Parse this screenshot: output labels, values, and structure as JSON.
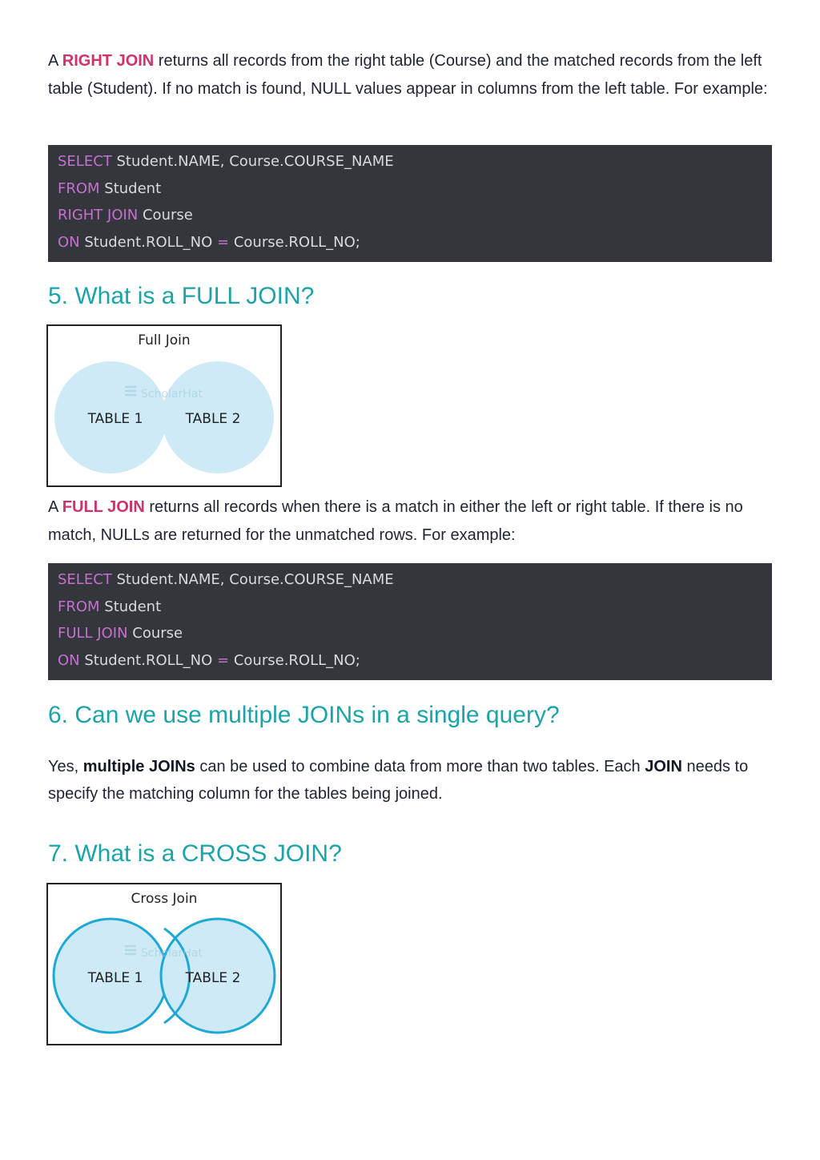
{
  "section_right_join": {
    "para": {
      "pre": "A ",
      "highlight": "RIGHT JOIN",
      "post": " returns all records from the right table (Course) and the matched records from the left table (Student). If no match is found, NULL values appear in columns from the left table. For example:"
    },
    "code": {
      "l1_kw": "SELECT",
      "l1_rest": " Student.NAME, Course.COURSE_NAME",
      "l2_kw": "FROM",
      "l2_rest": " Student",
      "l3_kw": "RIGHT JOIN",
      "l3_rest": " Course",
      "l4_kw": "ON",
      "l4_a": " Student.ROLL_NO ",
      "l4_op": "=",
      "l4_b": " Course.ROLL_NO;"
    }
  },
  "section_full_join": {
    "heading": "5. What is a FULL JOIN?",
    "diagram": {
      "title": "Full Join",
      "watermark": "ScholarHat",
      "left_label": "TABLE 1",
      "right_label": "TABLE 2",
      "fill_color": "#cdeaf6"
    },
    "para": {
      "pre": "A ",
      "highlight": "FULL JOIN",
      "post": " returns all records when there is a match in either the left or right table. If there is no match, NULLs are returned for the unmatched rows. For example:"
    },
    "code": {
      "l1_kw": "SELECT",
      "l1_rest": " Student.NAME, Course.COURSE_NAME",
      "l2_kw": "FROM",
      "l2_rest": " Student",
      "l3_kw": "FULL JOIN",
      "l3_rest": " Course",
      "l4_kw": "ON",
      "l4_a": " Student.ROLL_NO ",
      "l4_op": "=",
      "l4_b": " Course.ROLL_NO;"
    }
  },
  "section_multiple_joins": {
    "heading": "6. Can we use multiple JOINs in a single query?",
    "para": {
      "pre": "Yes, ",
      "strong1": "multiple JOINs",
      "mid": " can be used to combine data from more than two tables. Each ",
      "strong2": "JOIN",
      "post": " needs to specify the matching column for the tables being joined."
    }
  },
  "section_cross_join": {
    "heading": "7. What is a CROSS JOIN?",
    "diagram": {
      "title": "Cross Join",
      "watermark": "ScholarHat",
      "left_label": "TABLE 1",
      "right_label": "TABLE 2",
      "fill_color": "#cdeaf6",
      "stroke_color": "#1ea8d6"
    }
  },
  "colors": {
    "heading": "#1aa3a8",
    "highlight": "#d0326e",
    "keyword": "#c76fd0",
    "code_bg": "#33363b"
  }
}
